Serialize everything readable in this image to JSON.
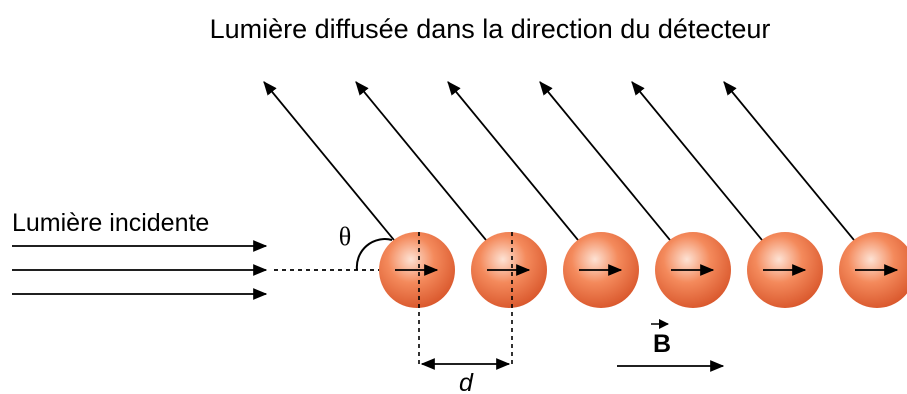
{
  "title": "Lumière diffusée dans la direction du détecteur",
  "incident_label": "Lumière incidente",
  "angle_symbol": "θ",
  "spacing_symbol": "d",
  "field_symbol": "B",
  "colors": {
    "sphere_center": "#fbd7c4",
    "sphere_mid": "#f07a4a",
    "sphere_edge": "#d85a2b",
    "line": "#000000"
  },
  "icons": {
    "moment_arrow": "right-arrow-icon",
    "scattered_ray": "diagonal-arrow-icon"
  }
}
